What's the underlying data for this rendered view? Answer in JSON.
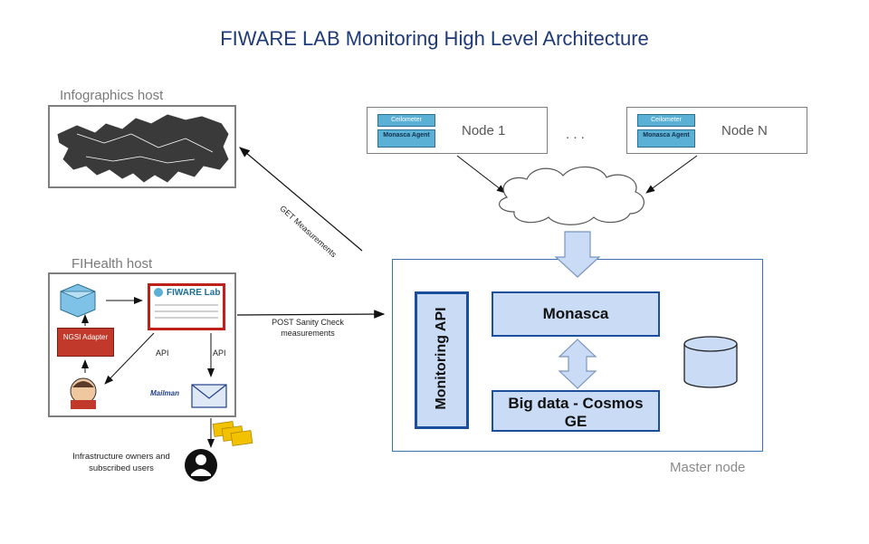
{
  "title": "FIWARE LAB Monitoring High Level Architecture",
  "infographics": {
    "label": "Infographics host"
  },
  "fihealth": {
    "label": "FIHealth host",
    "fiware_logo": "FIWARE Lab",
    "adapter_label": "NGSI Adapter",
    "api_label_1": "API",
    "api_label_2": "API",
    "mailman_label": "Mailman"
  },
  "nodes": [
    {
      "label": "Node 1",
      "ceilometer": "Ceilometer",
      "agent": "Monasca Agent"
    },
    {
      "label": "Node N",
      "ceilometer": "Ceilometer",
      "agent": "Monasca Agent"
    }
  ],
  "ellipsis": ". . .",
  "get_label": "GET Measurements",
  "post_label": "POST Sanity Check measurements",
  "master": {
    "label": "Master node",
    "monitoring_api": "Monitoring API",
    "monasca": "Monasca",
    "cosmos": "Big data - Cosmos GE"
  },
  "users_label": "Infrastructure owners and subscribed users",
  "colors": {
    "title": "#1f3a78",
    "blue_box": "#c9dbf5",
    "blue_border": "#1b4f9c",
    "adapter": "#c0392b",
    "fiware_frame": "#c0201a"
  }
}
